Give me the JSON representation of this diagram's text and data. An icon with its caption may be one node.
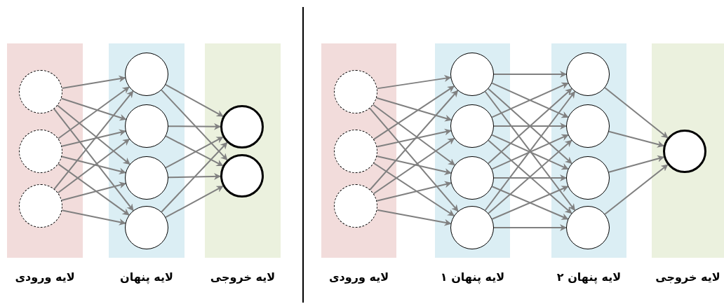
{
  "diagram": {
    "nodes": [
      {
        "text": [
          "لایه ورودی"
        ]
      },
      {
        "text": [],
        "shape": "circle",
        "in": 0
      },
      {
        "text": [],
        "shape": "circle",
        "in": 0
      },
      {
        "text": [],
        "shape": "circle",
        "in": 0
      },
      {
        "text": [
          "لایه پنهان"
        ]
      },
      {
        "text": [],
        "shape": "circle",
        "in": 4
      },
      {
        "text": [],
        "shape": "circle",
        "in": 4
      },
      {
        "text": [],
        "shape": "circle",
        "in": 4
      },
      {
        "text": [],
        "shape": "circle",
        "in": 4
      },
      {
        "text": [
          "لایه خروجی"
        ]
      },
      {
        "text": [],
        "shape": "circle",
        "in": 9
      },
      {
        "text": [],
        "shape": "circle",
        "in": 9
      },
      {
        "text": [
          "لایه ورودی"
        ]
      },
      {
        "text": [],
        "shape": "circle",
        "in": 12
      },
      {
        "text": [],
        "shape": "circle",
        "in": 12
      },
      {
        "text": [],
        "shape": "circle",
        "in": 12
      },
      {
        "text": [
          "لایه پنهان ۱"
        ]
      },
      {
        "text": [],
        "shape": "circle",
        "in": 16
      },
      {
        "text": [],
        "shape": "circle",
        "in": 16
      },
      {
        "text": [],
        "shape": "circle",
        "in": 16
      },
      {
        "text": [],
        "shape": "circle",
        "in": 16
      },
      {
        "text": [
          "لایه پنهان ۲"
        ]
      },
      {
        "text": [],
        "shape": "circle",
        "in": 21
      },
      {
        "text": [],
        "shape": "circle",
        "in": 21
      },
      {
        "text": [],
        "shape": "circle",
        "in": 21
      },
      {
        "text": [],
        "shape": "circle",
        "in": 21
      },
      {
        "text": [
          "لایه خروجی"
        ]
      },
      {
        "text": [],
        "shape": "circle",
        "in": 26
      }
    ],
    "edges": [
      {
        "from": 1,
        "to": 5,
        "arrow": "to"
      },
      {
        "from": 1,
        "to": 6,
        "arrow": "to"
      },
      {
        "from": 1,
        "to": 7,
        "arrow": "to"
      },
      {
        "from": 1,
        "to": 8,
        "arrow": "to"
      },
      {
        "from": 2,
        "to": 5,
        "arrow": "to"
      },
      {
        "from": 2,
        "to": 6,
        "arrow": "to"
      },
      {
        "from": 2,
        "to": 7,
        "arrow": "to"
      },
      {
        "from": 2,
        "to": 8,
        "arrow": "to"
      },
      {
        "from": 3,
        "to": 5,
        "arrow": "to"
      },
      {
        "from": 3,
        "to": 6,
        "arrow": "to"
      },
      {
        "from": 3,
        "to": 7,
        "arrow": "to"
      },
      {
        "from": 3,
        "to": 8,
        "arrow": "to"
      },
      {
        "from": 5,
        "to": 10,
        "arrow": "to"
      },
      {
        "from": 5,
        "to": 11,
        "arrow": "to"
      },
      {
        "from": 6,
        "to": 10,
        "arrow": "to"
      },
      {
        "from": 6,
        "to": 11,
        "arrow": "to"
      },
      {
        "from": 7,
        "to": 10,
        "arrow": "to"
      },
      {
        "from": 7,
        "to": 11,
        "arrow": "to"
      },
      {
        "from": 8,
        "to": 10,
        "arrow": "to"
      },
      {
        "from": 8,
        "to": 11,
        "arrow": "to"
      },
      {
        "from": 13,
        "to": 17,
        "arrow": "to"
      },
      {
        "from": 13,
        "to": 18,
        "arrow": "to"
      },
      {
        "from": 13,
        "to": 19,
        "arrow": "to"
      },
      {
        "from": 13,
        "to": 20,
        "arrow": "to"
      },
      {
        "from": 14,
        "to": 17,
        "arrow": "to"
      },
      {
        "from": 14,
        "to": 18,
        "arrow": "to"
      },
      {
        "from": 14,
        "to": 19,
        "arrow": "to"
      },
      {
        "from": 14,
        "to": 20,
        "arrow": "to"
      },
      {
        "from": 15,
        "to": 17,
        "arrow": "to"
      },
      {
        "from": 15,
        "to": 18,
        "arrow": "to"
      },
      {
        "from": 15,
        "to": 19,
        "arrow": "to"
      },
      {
        "from": 15,
        "to": 20,
        "arrow": "to"
      },
      {
        "from": 17,
        "to": 22,
        "arrow": "to"
      },
      {
        "from": 17,
        "to": 23,
        "arrow": "to"
      },
      {
        "from": 17,
        "to": 24,
        "arrow": "to"
      },
      {
        "from": 17,
        "to": 25,
        "arrow": "to"
      },
      {
        "from": 18,
        "to": 22,
        "arrow": "to"
      },
      {
        "from": 18,
        "to": 23,
        "arrow": "to"
      },
      {
        "from": 18,
        "to": 24,
        "arrow": "to"
      },
      {
        "from": 18,
        "to": 25,
        "arrow": "to"
      },
      {
        "from": 19,
        "to": 22,
        "arrow": "to"
      },
      {
        "from": 19,
        "to": 23,
        "arrow": "to"
      },
      {
        "from": 19,
        "to": 24,
        "arrow": "to"
      },
      {
        "from": 19,
        "to": 25,
        "arrow": "to"
      },
      {
        "from": 20,
        "to": 22,
        "arrow": "to"
      },
      {
        "from": 20,
        "to": 23,
        "arrow": "to"
      },
      {
        "from": 20,
        "to": 24,
        "arrow": "to"
      },
      {
        "from": 20,
        "to": 25,
        "arrow": "to"
      },
      {
        "from": 22,
        "to": 27,
        "arrow": "to"
      },
      {
        "from": 23,
        "to": 27,
        "arrow": "to"
      },
      {
        "from": 24,
        "to": 27,
        "arrow": "to"
      },
      {
        "from": 25,
        "to": 27,
        "arrow": "to"
      }
    ]
  }
}
